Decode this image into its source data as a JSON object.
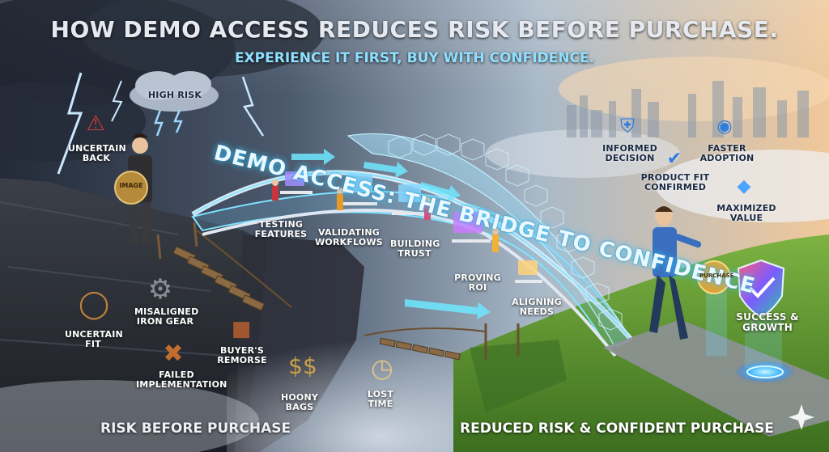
{
  "header": {
    "title": "HOW DEMO ACCESS REDUCES RISK BEFORE PURCHASE.",
    "subtitle": "EXPERIENCE IT FIRST, BUY WITH CONFIDENCE."
  },
  "bridge_title": "DEMO ACCESS: THE BRIDGE TO CONFIDENCE",
  "risk_side": {
    "cloud_label": "HIGH RISK",
    "items": {
      "uncertain_back": "UNCERTAIN\nBACK",
      "uncertain_fit": "UNCERTAIN\nFIT",
      "misaligned_gear": "MISALIGNED\nIRON GEAR",
      "buyers_remorse": "BUYER'S\nREMORSE",
      "failed_impl": "FAILED\nIMPLEMENTATION",
      "money_bags": "HOONY\nBAGS",
      "lost_time": "LOST\nTIME"
    },
    "coin_label": "IMAGE",
    "footer": "RISK BEFORE PURCHASE"
  },
  "bridge_steps": {
    "testing": "TESTING\nFEATURES",
    "validating": "VALIDATING\nWORKFLOWS",
    "building": "BUILDING\nTRUST",
    "proving": "PROVING\nROI",
    "aligning": "ALIGNING\nNEEDS"
  },
  "benefit_side": {
    "items": {
      "informed": "INFORMED\nDECISION",
      "faster": "FASTER\nADOPTION",
      "product_fit": "PRODUCT FIT\nCONFIRMED",
      "maximized": "MAXIMIZED\nVALUE",
      "success": "SUCCESS &\nGROWTH"
    },
    "coin_label": "PURCHASE",
    "footer": "REDUCED RISK & CONFIDENT PURCHASE"
  },
  "colors": {
    "title": "#e6eaf0",
    "subtitle": "#8fe0ff",
    "bridge_glow": "#7fe3ff",
    "grass": "#4f8a2a",
    "storm": "#2b3343"
  }
}
